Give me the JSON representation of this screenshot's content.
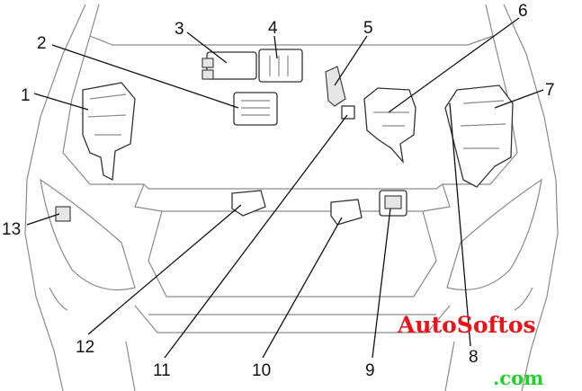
{
  "diagram": {
    "labels": [
      "1",
      "2",
      "3",
      "4",
      "5",
      "6",
      "7",
      "8",
      "9",
      "10",
      "11",
      "12",
      "13"
    ]
  },
  "watermark": {
    "name": "AutoSoftos",
    "domain": ".com"
  }
}
